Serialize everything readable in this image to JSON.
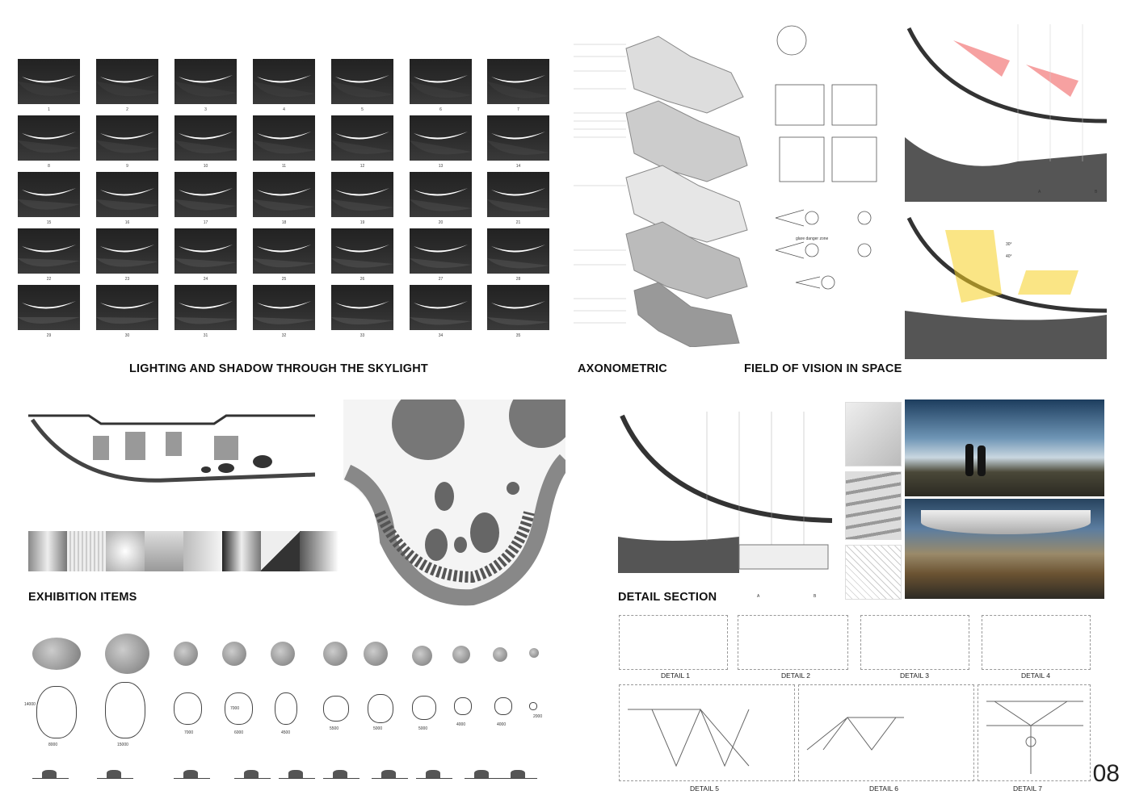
{
  "headings": {
    "skylight": "LIGHTING AND SHADOW THROUGH THE SKYLIGHT",
    "axonometric": "AXONOMETRIC",
    "vision": "FIELD OF VISION IN SPACE",
    "exhibition": "EXHIBITION ITEMS",
    "detail_section": "DETAIL SECTION"
  },
  "thumbnails": [
    "1",
    "2",
    "3",
    "4",
    "5",
    "6",
    "7",
    "8",
    "9",
    "10",
    "11",
    "12",
    "13",
    "14",
    "15",
    "16",
    "17",
    "18",
    "19",
    "20",
    "21",
    "22",
    "23",
    "24",
    "25",
    "26",
    "27",
    "28",
    "29",
    "30",
    "31",
    "32",
    "33",
    "34",
    "35"
  ],
  "section_marks": {
    "a": "A",
    "b": "B"
  },
  "details": [
    "DETAIL 1",
    "DETAIL 2",
    "DETAIL 3",
    "DETAIL 4",
    "DETAIL 5",
    "DETAIL 6",
    "DETAIL 7"
  ],
  "dimensions": [
    "8000",
    "15000",
    "14000",
    "7000",
    "6000",
    "7000",
    "4500",
    "5500",
    "5000",
    "5000",
    "4000",
    "4000",
    "2000"
  ],
  "vision_labels": {
    "glare": "glare danger zone",
    "a30": "30°",
    "a40": "40°"
  },
  "page_number": "08",
  "colors": {
    "render_sky": "#2f5f8a",
    "render_ground": "#6b5332"
  }
}
